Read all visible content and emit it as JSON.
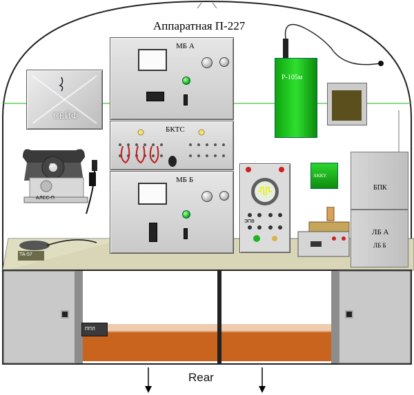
{
  "title": "Аппаратная  П-227",
  "rear_label": "Rear",
  "safe": {
    "label": "СЕЙФ"
  },
  "phone": {
    "label": "ТА-57"
  },
  "telephone": {
    "dial_label": "ДБ",
    "base_label": "АЛСС-П"
  },
  "mb_a": {
    "label": "МБ A"
  },
  "mb_b": {
    "label": "МБ Б"
  },
  "bkts": {
    "label": "БКТС"
  },
  "radio": {
    "label": "Р-105м"
  },
  "battery": {
    "label": "АККУ."
  },
  "oscilloscope": {
    "label": "ЭПВ"
  },
  "cabinet_top": {
    "label": "БПК"
  },
  "cabinet_bottom": {
    "label_a": "ЛБ А",
    "label_b": "ЛБ Б"
  },
  "floor_box": {
    "label": "ППЛ"
  },
  "colors": {
    "accent_green": "#1db41d",
    "floor_wood": "#c8641e",
    "cabinet": "#c9c9c9"
  }
}
